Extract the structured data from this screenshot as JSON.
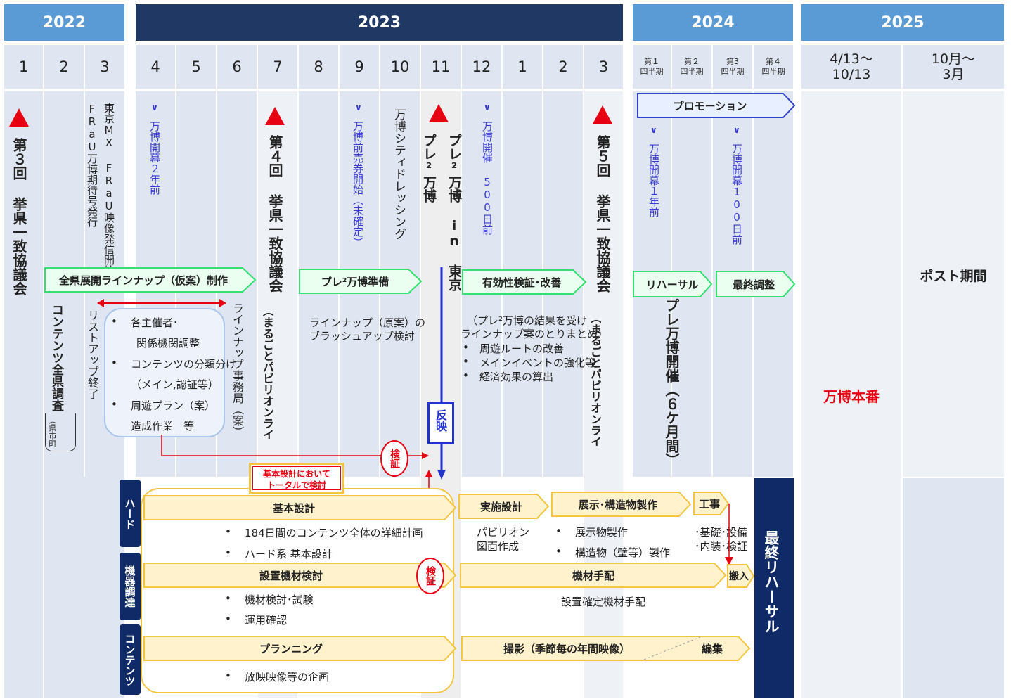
{
  "years": [
    "2022",
    "2023",
    "2024",
    "2025"
  ],
  "months_2022": [
    "1",
    "2",
    "3"
  ],
  "months_2023": [
    "4",
    "5",
    "6",
    "7",
    "8",
    "9",
    "10",
    "11",
    "12",
    "1",
    "2",
    "3"
  ],
  "quarters_2024": [
    {
      "line1": "第１",
      "line2": "四半期"
    },
    {
      "line1": "第２",
      "line2": "四半期"
    },
    {
      "line1": "第3",
      "line2": "四半期"
    },
    {
      "line1": "第４",
      "line2": "四半期"
    }
  ],
  "periods_2025": [
    {
      "line1": "4/13～",
      "line2": "10/13"
    },
    {
      "line1": "10月～",
      "line2": "3月"
    }
  ],
  "milestones": {
    "council3": "第３回 挙県一致協議会",
    "council4": "第４回 挙県一致協議会",
    "council5": "第５回 挙県一致協議会",
    "fraU_book": "FRaU万博期待号発行",
    "tokyo_mx": "東京MX FRaU映像発信開始",
    "expo_2y": "万博開幕２年前",
    "ticket_sale": "万博前売券開始（未確定）",
    "city_dressing": "万博シティドレッシング",
    "pre_expo_tokyo": "プレ²万博 in 東京",
    "pre_expo": "プレ²万博",
    "expo_500": "万博開催 500日前",
    "expo_1y": "万博開幕１年前",
    "expo_100": "万博開幕100日前"
  },
  "bands": {
    "lineup": "全県展開ラインナップ（仮案）制作",
    "pre_prep": "プレ²万博準備",
    "validation": "有効性検証･改善",
    "promotion": "プロモーション",
    "rehearsal": "リハーサル",
    "final_adjust": "最終調整"
  },
  "survey": {
    "title": "コンテンツ全県調査",
    "sub": "（県市町村団体等）",
    "listup": "リストアップ終了",
    "secretariat": "ラインナップ事務局（案）"
  },
  "lineup_bullets": [
    "各主催者･",
    "関係機関調整",
    "コンテンツの分類分け",
    "（メイン,認証等）",
    "周遊プラン（案）",
    "造成作業　等"
  ],
  "lineup_draft": "（まるごとパビリオンラインナップ原案）",
  "lineup_final": "（まるごとパビリオンラインナップ決定）",
  "brushup": [
    "ラインナップ（原案）の",
    "ブラッシュアップ検討"
  ],
  "after_pre": [
    "（プレ²万博の結果を受け",
    "ラインナップ案のとりまとめ）"
  ],
  "after_pre_bullets": [
    "周遊ルートの改善",
    "メインイベントの強化等",
    "経済効果の算出"
  ],
  "reflect": "反映",
  "verify": "検証",
  "pre_expo_6m": "プレ万博開催（６ケ月間）",
  "post_period": "ポスト期間",
  "expo_main": "万博本番",
  "final_rehearsal": "最終リハーサル",
  "tabs": {
    "hard": "ハード",
    "equipment": "機器調達",
    "contents": "コンテンツ"
  },
  "note_total": [
    "基本設計において",
    "トータルで検討"
  ],
  "hard": {
    "basic_design": "基本設計",
    "basic_bullets": [
      "184日間のコンテンツ全体の詳細計画",
      "ハード系 基本設計"
    ],
    "exec_design": "実施設計",
    "exec_note": [
      "パビリオン",
      "図面作成"
    ],
    "exhibit": "展示･構造物製作",
    "exhibit_bullets": [
      "展示物製作",
      "構造物（壁等）製作"
    ],
    "construction": "工事",
    "construction_notes": [
      "･基礎･設備",
      "･内装･検証"
    ]
  },
  "equipment": {
    "review": "設置機材検討",
    "review_bullets": [
      "機材検討･試験",
      "運用確認"
    ],
    "procure": "機材手配",
    "procure_note": "設置確定機材手配",
    "carry_in": "搬入"
  },
  "contents": {
    "planning": "プランニング",
    "planning_bullets": [
      "放映映像等の企画"
    ],
    "filming": "撮影（季節毎の年間映像）",
    "editing": "編集"
  },
  "colors": {
    "year_light": "#5b9bd5",
    "year_dark": "#203864",
    "cell": "#dfe6f1",
    "green_border": "#33e070",
    "green_fill": "#eafff0",
    "yellow_fill": "#fff2cc",
    "yellow_border": "#f5c542",
    "red": "#e60012",
    "navy": "#0f2a66"
  }
}
